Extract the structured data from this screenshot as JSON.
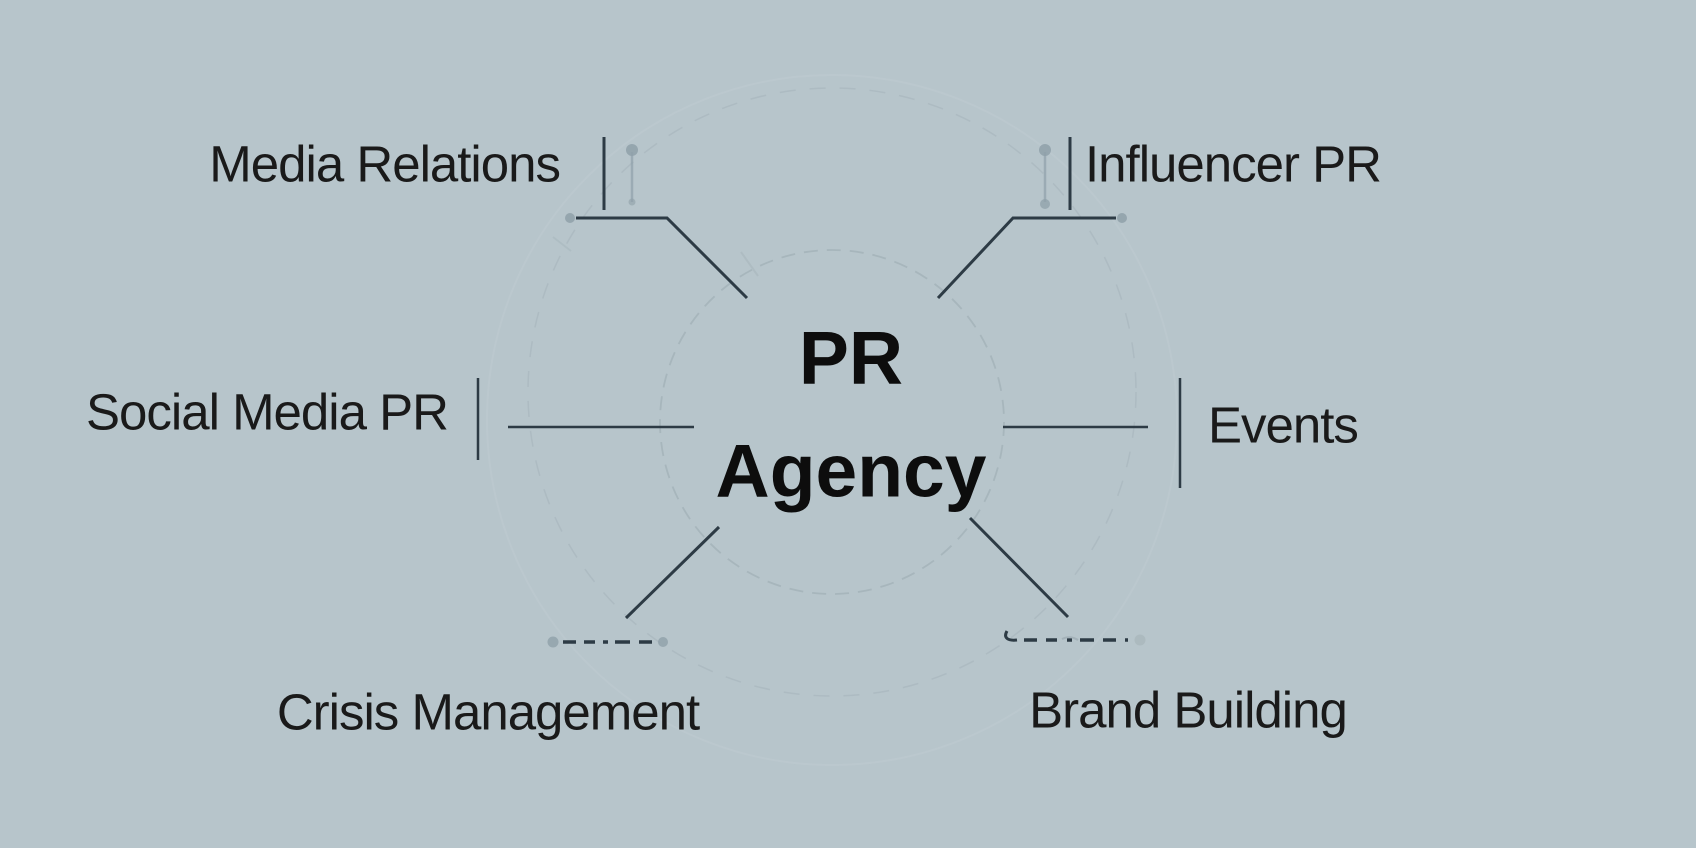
{
  "diagram": {
    "center": {
      "line1": "PR",
      "line2": "Agency"
    },
    "nodes": [
      {
        "id": "media-relations",
        "label": "Media Relations",
        "position": "top-left"
      },
      {
        "id": "influencer-pr",
        "label": "Influencer PR",
        "position": "top-right"
      },
      {
        "id": "social-media-pr",
        "label": "Social Media PR",
        "position": "mid-left"
      },
      {
        "id": "events",
        "label": "Events",
        "position": "mid-right"
      },
      {
        "id": "crisis-management",
        "label": "Crisis Management",
        "position": "bottom-left"
      },
      {
        "id": "brand-building",
        "label": "Brand Building",
        "position": "bottom-right"
      }
    ],
    "colors": {
      "background": "#b7c5cb",
      "connector": "#2d3b45",
      "label_text": "#1a1a1a",
      "center_text": "#0d0d0d",
      "dot_gray": "#8fa0a9",
      "dot_light": "#a9b6bc",
      "faint_circle": "#9dabb2"
    }
  }
}
